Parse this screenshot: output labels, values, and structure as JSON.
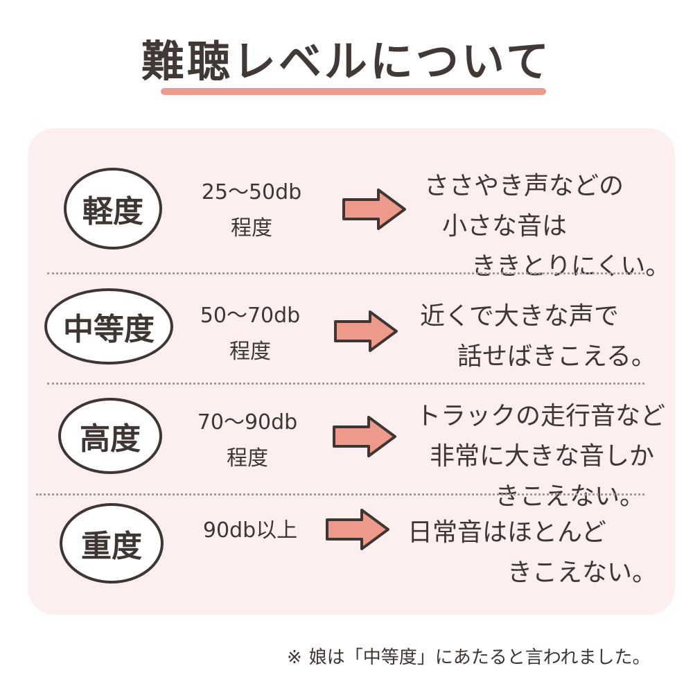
{
  "title": "難聴レベルについて",
  "levels": [
    {
      "name": "軽度",
      "db_range": "25〜50db",
      "db_suffix": "程度",
      "description": [
        "ささやき声などの",
        "小さな音は",
        "ききとりにくい。"
      ]
    },
    {
      "name": "中等度",
      "db_range": "50〜70db",
      "db_suffix": "程度",
      "description": [
        "近くで大きな声で",
        "話せばきこえる。"
      ]
    },
    {
      "name": "高度",
      "db_range": "70〜90db",
      "db_suffix": "程度",
      "description": [
        "トラックの走行音など",
        "非常に大きな音しか",
        "きこえない。"
      ]
    },
    {
      "name": "重度",
      "db_range": "90db以上",
      "db_suffix": "",
      "description": [
        "日常音はほとんど",
        "きこえない。"
      ]
    }
  ],
  "footnote": {
    "mark": "※",
    "text": "娘は「中等度」にあたると言われました。"
  },
  "colors": {
    "panel_background": "#fdeef0",
    "accent": "#ee9a8a",
    "ink": "#3d3633"
  },
  "icons": [
    "right-arrow-icon"
  ]
}
